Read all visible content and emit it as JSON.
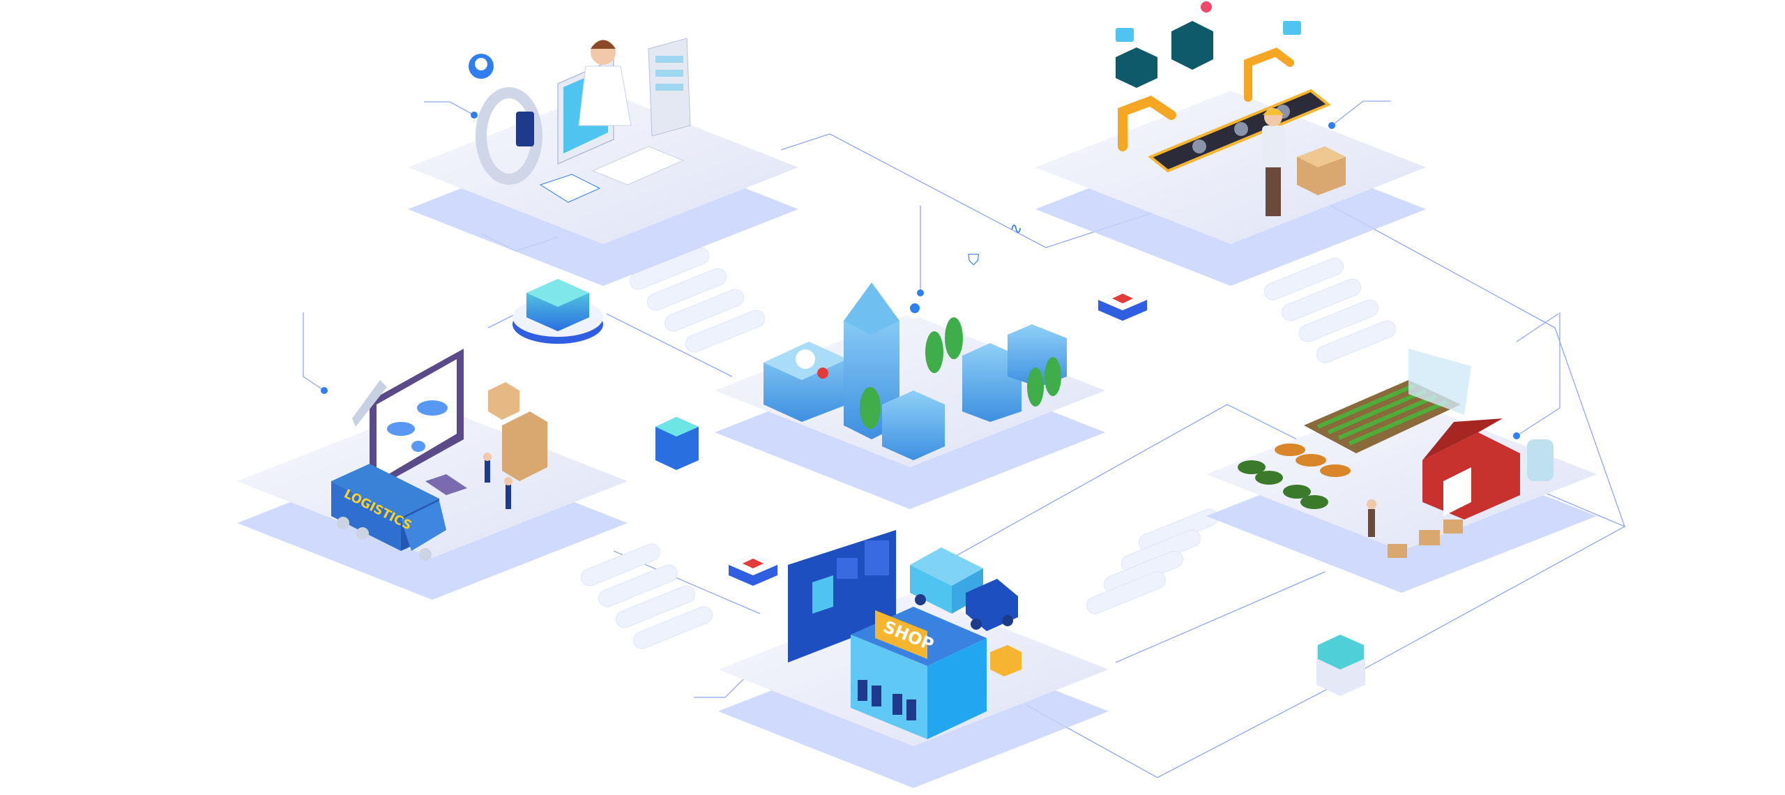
{
  "illustration": {
    "scenes": [
      "medical",
      "manufacturing",
      "smart-city",
      "logistics",
      "agriculture",
      "retail"
    ],
    "logistics_sign": "LOGISTICS",
    "shop_sign": "SHOP"
  },
  "colors": {
    "platform_top": "#eceef8",
    "platform_shadow": "#c7d3fb",
    "line": "#8fa8f5",
    "accent_blue": "#2f7ff0",
    "building_blue": "#5fb4f0",
    "dark_navy": "#1e3a8a",
    "sign_yellow": "#f5b530",
    "barn_red": "#c8322e"
  }
}
